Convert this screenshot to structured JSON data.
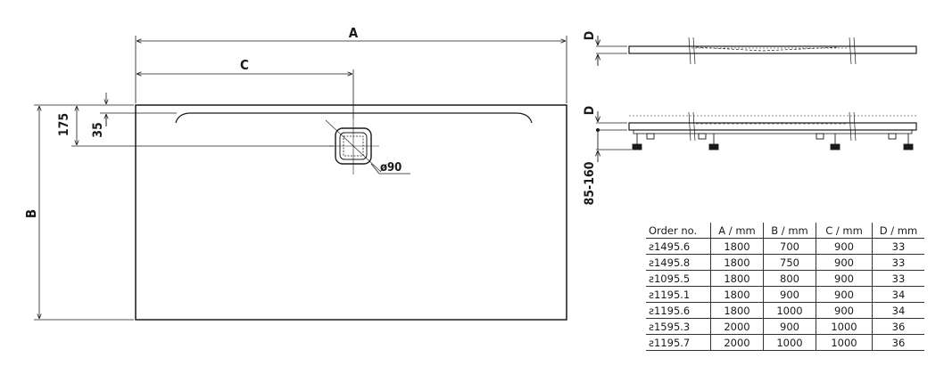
{
  "dimension_labels": {
    "a": "A",
    "b": "B",
    "c": "C",
    "d_top": "D",
    "d_bottom": "D",
    "offset_175": "175",
    "offset_35": "35",
    "drain_diameter": "ø90",
    "leg_height": "85-160"
  },
  "table": {
    "headers": [
      "Order no.",
      "A / mm",
      "B / mm",
      "C / mm",
      "D / mm"
    ],
    "rows": [
      [
        "ƨ1495.6",
        "1800",
        "700",
        "900",
        "33"
      ],
      [
        "ƨ1495.8",
        "1800",
        "750",
        "900",
        "33"
      ],
      [
        "ƨ1095.5",
        "1800",
        "800",
        "900",
        "33"
      ],
      [
        "ƨ1195.1",
        "1800",
        "900",
        "900",
        "34"
      ],
      [
        "ƨ1195.6",
        "1800",
        "1000",
        "900",
        "34"
      ],
      [
        "ƨ1595.3",
        "2000",
        "900",
        "1000",
        "36"
      ],
      [
        "ƨ1195.7",
        "2000",
        "1000",
        "1000",
        "36"
      ]
    ]
  },
  "colors": {
    "line": "#1a1a1a",
    "background": "#ffffff"
  }
}
